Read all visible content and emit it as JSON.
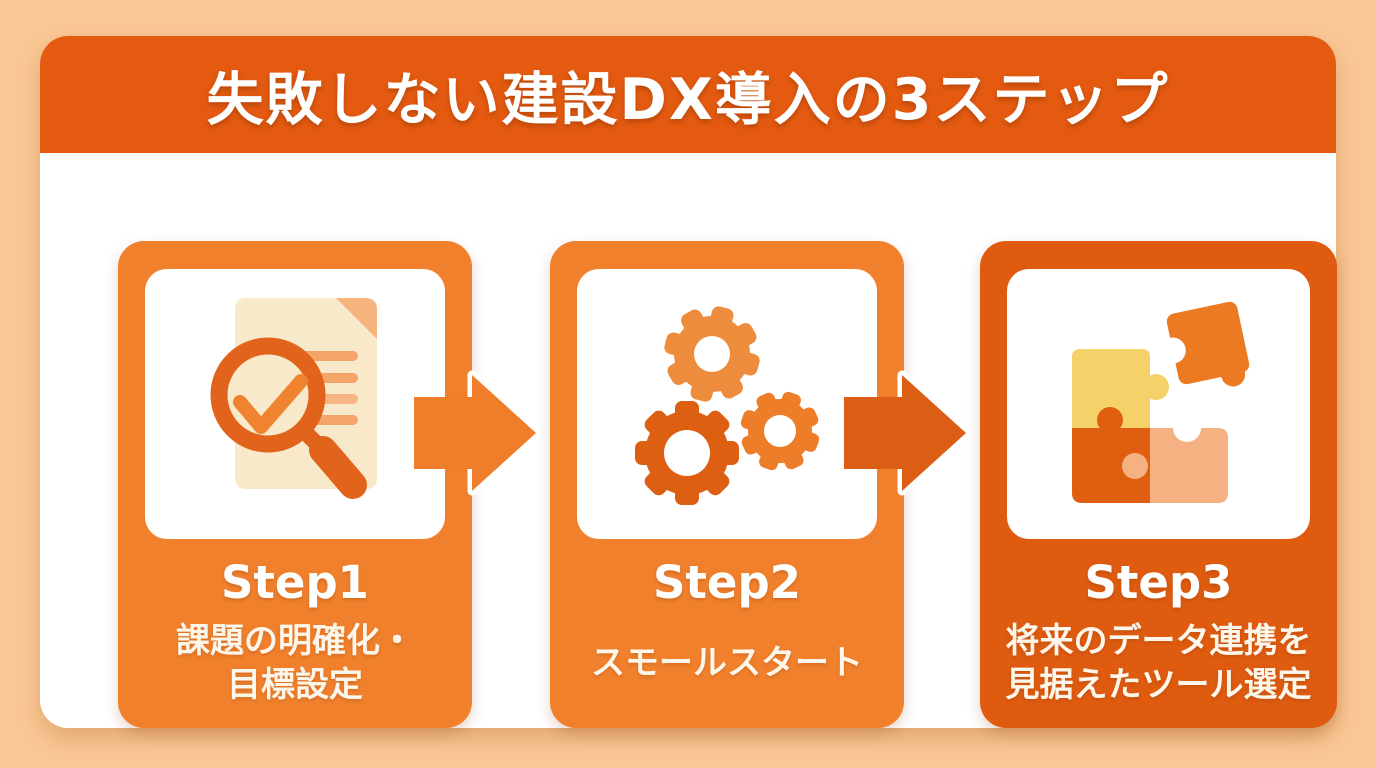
{
  "header": {
    "title": "失敗しない建設DX導入の3ステップ"
  },
  "steps": [
    {
      "label": "Step1",
      "desc_lines": [
        "課題の明確化・",
        "目標設定"
      ],
      "icon": "document-check-magnifier-icon"
    },
    {
      "label": "Step2",
      "desc_lines": [
        "スモールスタート"
      ],
      "icon": "gears-icon"
    },
    {
      "label": "Step3",
      "desc_lines": [
        "将来のデータ連携を",
        "見据えたツール選定"
      ],
      "icon": "puzzle-pieces-icon"
    }
  ],
  "arrows": [
    {
      "icon": "right-arrow-icon"
    },
    {
      "icon": "right-arrow-icon"
    }
  ],
  "colors": {
    "page_bg": "#F9C795",
    "header_bg": "#E35A10",
    "card_bg": "#F0802C",
    "card3_bg": "#DE5B10",
    "arrow1": "#EF7D2A",
    "arrow2": "#DC5E14",
    "doc_paper": "#F7E9C9",
    "doc_fold": "#F8B47E",
    "doc_lines": "#F4A468",
    "magnifier": "#E2641C",
    "checkmark": "#F0832F",
    "gear_top": "#EE8C3E",
    "gear_bottom": "#DC5F12",
    "gear_right": "#EE7D29",
    "puzzle_yellow": "#F4D169",
    "puzzle_dark": "#E05E0F",
    "puzzle_peach": "#F6B183",
    "puzzle_loose": "#EC7A22",
    "text": "#FFFFFF"
  }
}
